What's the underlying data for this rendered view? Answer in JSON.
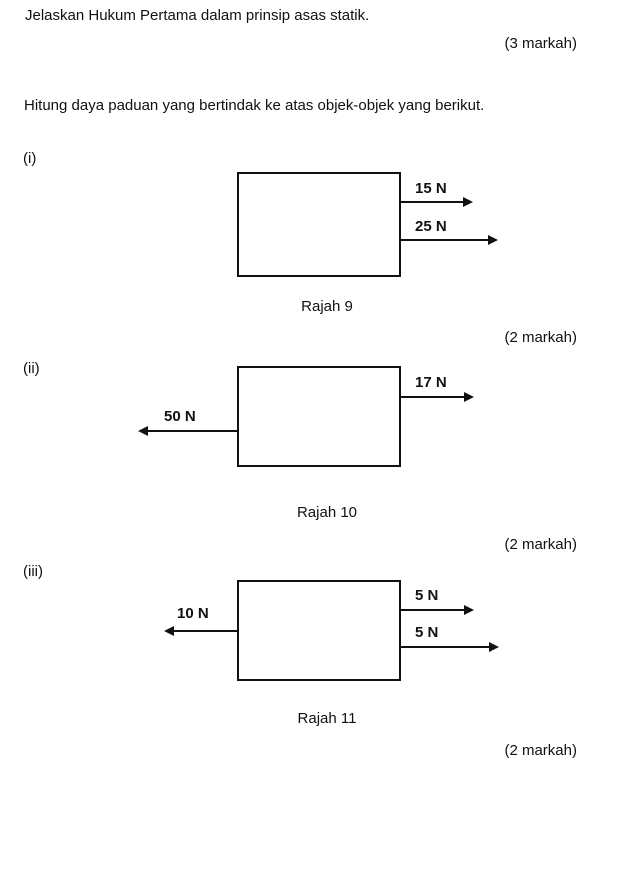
{
  "document": {
    "question_text": "Jelaskan Hukum Pertama dalam prinsip asas statik.",
    "question_marks": "(3 markah)",
    "instruction_text": "Hitung daya paduan yang bertindak ke atas objek-objek yang berikut.",
    "parts": [
      {
        "label": "(i)",
        "figure_caption": "Rajah 9",
        "marks": "(2 markah)",
        "forces": [
          {
            "value": "15 N",
            "direction": "right"
          },
          {
            "value": "25 N",
            "direction": "right"
          }
        ]
      },
      {
        "label": "(ii)",
        "figure_caption": "Rajah 10",
        "marks": "(2 markah)",
        "forces": [
          {
            "value": "17 N",
            "direction": "right"
          },
          {
            "value": "50 N",
            "direction": "left"
          }
        ]
      },
      {
        "label": "(iii)",
        "figure_caption": "Rajah 11",
        "marks": "(2 markah)",
        "forces": [
          {
            "value": "5 N",
            "direction": "right"
          },
          {
            "value": "10 N",
            "direction": "left"
          },
          {
            "value": "5 N",
            "direction": "right"
          }
        ]
      }
    ],
    "colors": {
      "ink": "#111111",
      "paper": "#ffffff"
    }
  }
}
